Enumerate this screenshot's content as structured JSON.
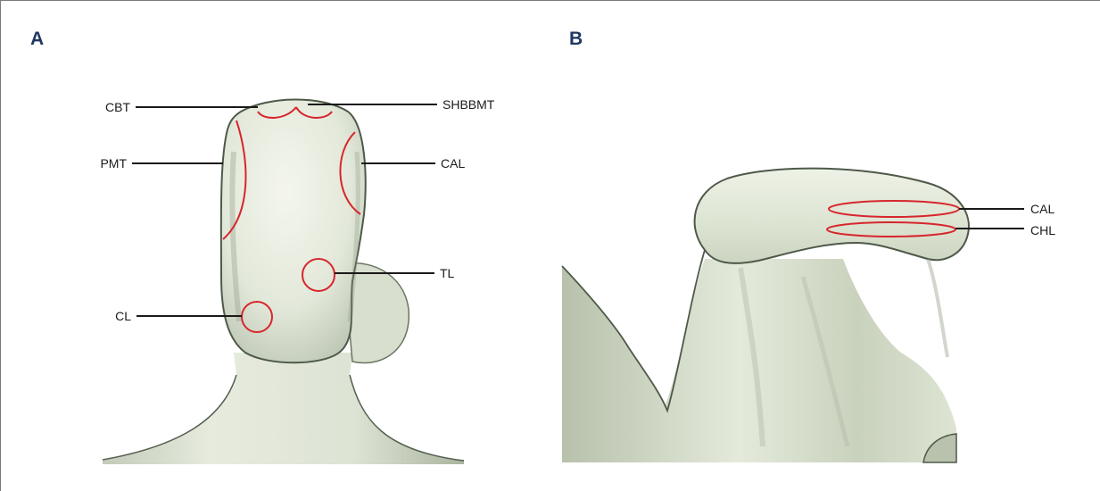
{
  "panels": [
    {
      "letter": "A",
      "labels": {
        "cbt": "CBT",
        "shbbmt": "SHBBMT",
        "pmt": "PMT",
        "cal": "CAL",
        "tl": "TL",
        "cl": "CL"
      }
    },
    {
      "letter": "B",
      "labels": {
        "cal": "CAL",
        "chl": "CHL"
      }
    }
  ],
  "colors": {
    "panel_letter": "#1f3763",
    "marking": "#d7262c",
    "bone": "#e6ecdf",
    "bone_shade": "#9aa693"
  }
}
